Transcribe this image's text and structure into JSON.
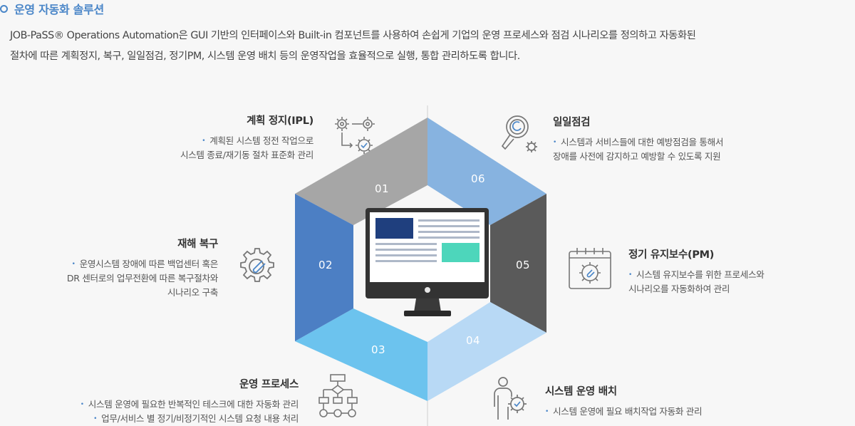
{
  "header": {
    "title": "운영 자동화 솔루션",
    "intro_lines": [
      "JOB-PaSS® Operations Automation은 GUI 기반의 인터페이스와 Built-in 컴포넌트를 사용하여 손쉽게 기업의 운영 프로세스와 점검 시나리오를 정의하고 자동화된",
      "절차에 따른 계획정지, 복구, 일일점검, 정기PM, 시스템 운영 배치 등의 운영작업을 효율적으로 실행, 통합 관리하도록 합니다."
    ]
  },
  "diagram": {
    "colors": {
      "seg01": "#a6a6a6",
      "seg02": "#4c7fc4",
      "seg03": "#6cc3ee",
      "seg04": "#b8d9f5",
      "seg05": "#5a5a5a",
      "seg06": "#87b3e0",
      "screen_blue": "#1f3f7e",
      "screen_teal": "#4dd6bb",
      "bullet": "#4a86c8"
    },
    "numbers": [
      "01",
      "02",
      "03",
      "04",
      "05",
      "06"
    ]
  },
  "items": [
    {
      "number": "01",
      "title": "계획 정지(IPL)",
      "icon": "gears-process-icon",
      "lines": [
        "계획된 시스템 정전 작업으로",
        "시스템 종료/재기동 절차 표준화 관리"
      ]
    },
    {
      "number": "02",
      "title": "재해 복구",
      "icon": "gear-wrench-icon",
      "lines": [
        "운영시스템 장애에 따른 백업센터 혹은",
        "DR 센터로의 업무전환에 따른 복구절차와",
        "시나리오 구축"
      ]
    },
    {
      "number": "03",
      "title": "운영 프로세스",
      "icon": "flowchart-icon",
      "lines": [
        "시스템 운영에 필요한 반복적인 테스크에 대한 자동화 관리",
        "업무/서비스 별 정기/비정기적인 시스템 요청 내용 처리"
      ]
    },
    {
      "number": "04",
      "title": "시스템 운영 배치",
      "icon": "person-gear-icon",
      "lines": [
        "시스템 운영에 필요 배치작업 자동화 관리"
      ]
    },
    {
      "number": "05",
      "title": "정기 유지보수(PM)",
      "icon": "calendar-gear-icon",
      "lines": [
        "시스템 유지보수를 위한 프로세스와",
        "시나리오를 자동화하여 관리"
      ]
    },
    {
      "number": "06",
      "title": "일일점검",
      "icon": "magnifier-gear-icon",
      "lines": [
        "시스템과 서비스들에 대한 예방점검을 통해서",
        "장애를 사전에 감지하고 예방할 수 있도록 지원"
      ]
    }
  ]
}
